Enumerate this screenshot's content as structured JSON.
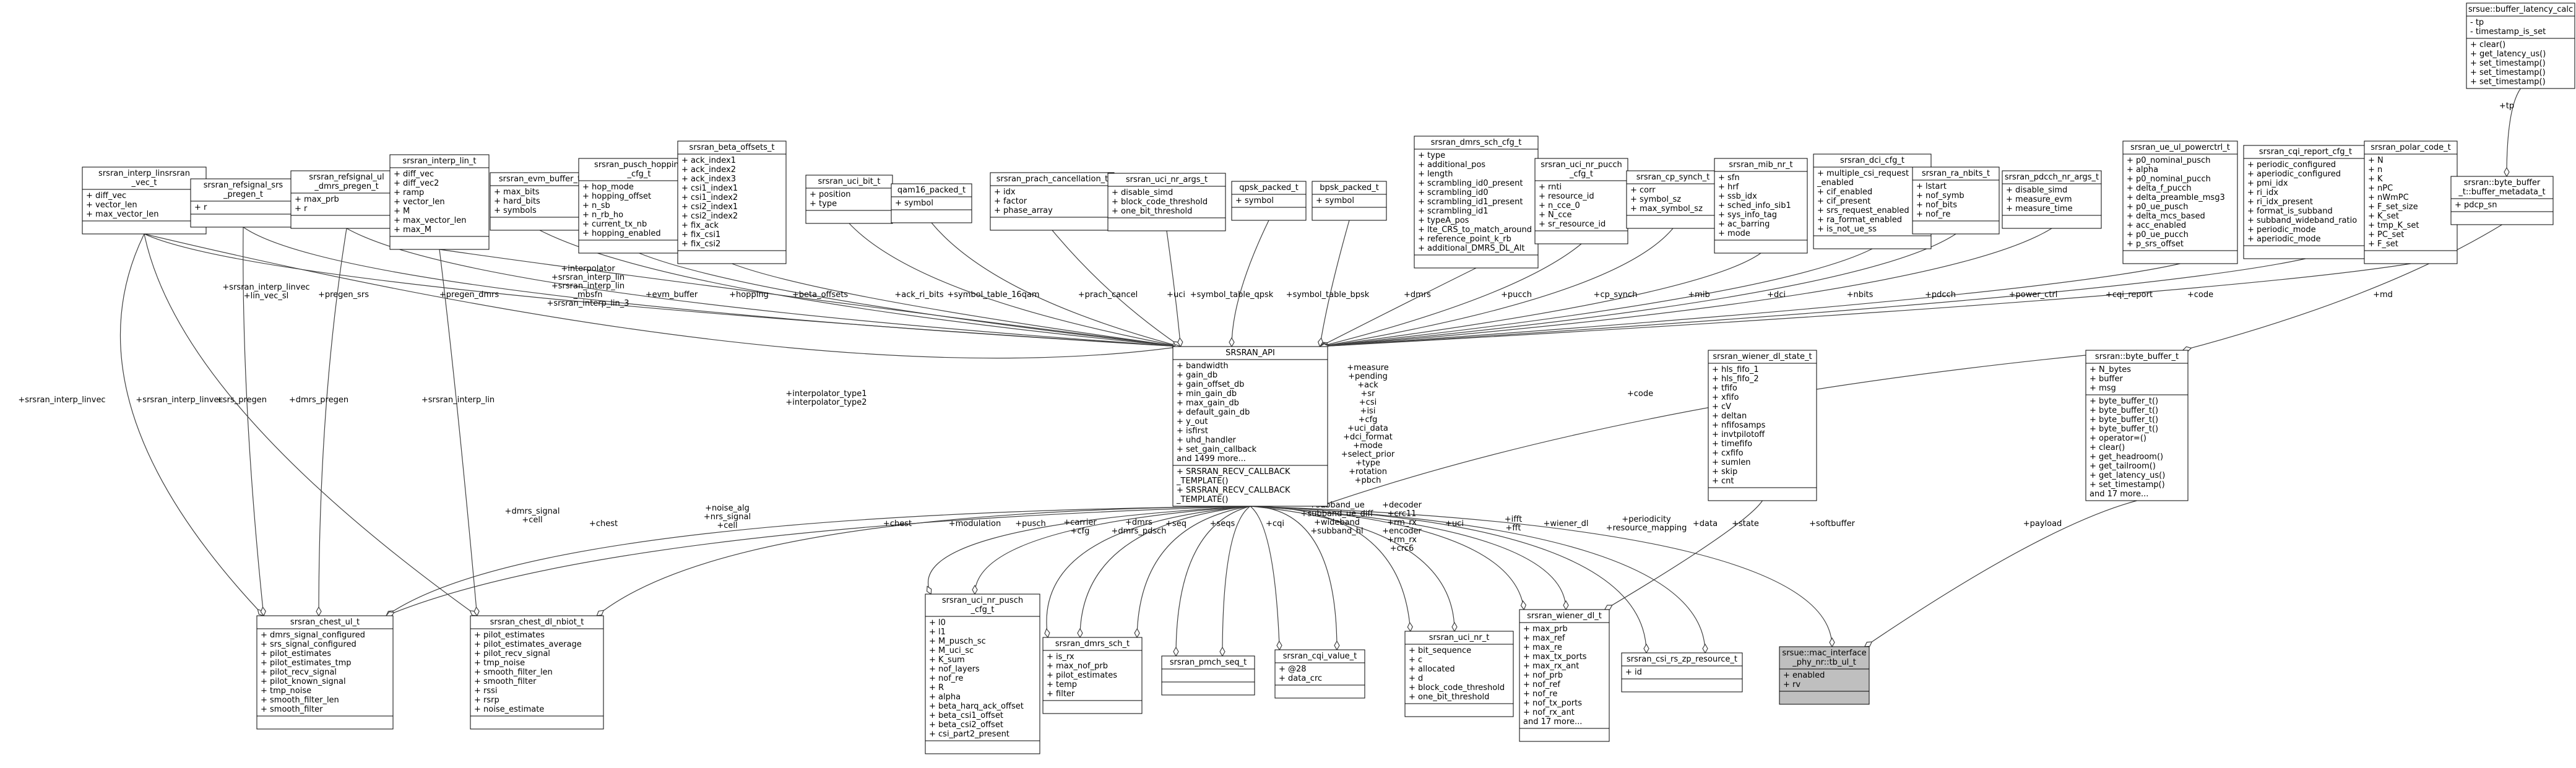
{
  "nodes": [
    {
      "id": "interp_lin_vec",
      "title": [
        "srsran_interp_linsrsran",
        "_vec_t"
      ],
      "fields": [
        "+ diff_vec",
        "+ vector_len",
        "+ max_vector_len"
      ],
      "methods": []
    },
    {
      "id": "refsignal_srs",
      "title": [
        "srsran_refsignal_srs",
        "_pregen_t"
      ],
      "fields": [
        "+ r"
      ],
      "methods": []
    },
    {
      "id": "refsignal_dmrs",
      "title": [
        "srsran_refsignal_ul",
        "_dmrs_pregen_t"
      ],
      "fields": [
        "+ max_prb",
        "+ r"
      ],
      "methods": []
    },
    {
      "id": "interp_lin",
      "title": [
        "srsran_interp_lin_t"
      ],
      "fields": [
        "+ diff_vec",
        "+ diff_vec2",
        "+ ramp",
        "+ vector_len",
        "+ M",
        "+ max_vector_len",
        "+ max_M"
      ],
      "methods": []
    },
    {
      "id": "evm_buffer",
      "title": [
        "srsran_evm_buffer_t"
      ],
      "fields": [
        "+ max_bits",
        "+ hard_bits",
        "+ symbols"
      ],
      "methods": []
    },
    {
      "id": "pusch_hopping",
      "title": [
        "srsran_pusch_hopping",
        "_cfg_t"
      ],
      "fields": [
        "+ hop_mode",
        "+ hopping_offset",
        "+ n_sb",
        "+ n_rb_ho",
        "+ current_tx_nb",
        "+ hopping_enabled"
      ],
      "methods": []
    },
    {
      "id": "beta_offsets",
      "title": [
        "srsran_beta_offsets_t"
      ],
      "fields": [
        "+ ack_index1",
        "+ ack_index2",
        "+ ack_index3",
        "+ csi1_index1",
        "+ csi1_index2",
        "+ csi2_index1",
        "+ csi2_index2",
        "+ fix_ack",
        "+ fix_csi1",
        "+ fix_csi2"
      ],
      "methods": []
    },
    {
      "id": "uci_bit",
      "title": [
        "srsran_uci_bit_t"
      ],
      "fields": [
        "+ position",
        "+ type"
      ],
      "methods": []
    },
    {
      "id": "qam16",
      "title": [
        "qam16_packed_t"
      ],
      "fields": [
        "+ symbol"
      ],
      "methods": []
    },
    {
      "id": "prach_cancel",
      "title": [
        "srsran_prach_cancellation_t"
      ],
      "fields": [
        "+ idx",
        "+ factor",
        "+ phase_array"
      ],
      "methods": []
    },
    {
      "id": "uci_nr_args",
      "title": [
        "srsran_uci_nr_args_t"
      ],
      "fields": [
        "+ disable_simd",
        "+ block_code_threshold",
        "+ one_bit_threshold"
      ],
      "methods": []
    },
    {
      "id": "qpsk",
      "title": [
        "qpsk_packed_t"
      ],
      "fields": [
        "+ symbol"
      ],
      "methods": []
    },
    {
      "id": "bpsk",
      "title": [
        "bpsk_packed_t"
      ],
      "fields": [
        "+ symbol"
      ],
      "methods": []
    },
    {
      "id": "dmrs_sch_cfg",
      "title": [
        "srsran_dmrs_sch_cfg_t"
      ],
      "fields": [
        "+ type",
        "+ additional_pos",
        "+ length",
        "+ scrambling_id0_present",
        "+ scrambling_id0",
        "+ scrambling_id1_present",
        "+ scrambling_id1",
        "+ typeA_pos",
        "+ lte_CRS_to_match_around",
        "+ reference_point_k_rb",
        "+ additional_DMRS_DL_Alt"
      ],
      "methods": []
    },
    {
      "id": "uci_nr_pucch",
      "title": [
        "srsran_uci_nr_pucch",
        "_cfg_t"
      ],
      "fields": [
        "+ rnti",
        "+ resource_id",
        "+ n_cce_0",
        "+ N_cce",
        "+ sr_resource_id"
      ],
      "methods": []
    },
    {
      "id": "cp_synch",
      "title": [
        "srsran_cp_synch_t"
      ],
      "fields": [
        "+ corr",
        "+ symbol_sz",
        "+ max_symbol_sz"
      ],
      "methods": []
    },
    {
      "id": "mib_nr",
      "title": [
        "srsran_mib_nr_t"
      ],
      "fields": [
        "+ sfn",
        "+ hrf",
        "+ ssb_idx",
        "+ sched_info_sib1",
        "+ sys_info_tag",
        "+ ac_barring",
        "+ mode"
      ],
      "methods": []
    },
    {
      "id": "dci_cfg",
      "title": [
        "srsran_dci_cfg_t"
      ],
      "fields": [
        "+ multiple_csi_request",
        "_enabled",
        "+ cif_enabled",
        "+ cif_present",
        "+ srs_request_enabled",
        "+ ra_format_enabled",
        "+ is_not_ue_ss"
      ],
      "methods": []
    },
    {
      "id": "ra_nbits",
      "title": [
        "srsran_ra_nbits_t"
      ],
      "fields": [
        "+ lstart",
        "+ nof_symb",
        "+ nof_bits",
        "+ nof_re"
      ],
      "methods": []
    },
    {
      "id": "pdcch_nr_args",
      "title": [
        "srsran_pdcch_nr_args_t"
      ],
      "fields": [
        "+ disable_simd",
        "+ measure_evm",
        "+ measure_time"
      ],
      "methods": []
    },
    {
      "id": "ue_ul_powerctrl",
      "title": [
        "srsran_ue_ul_powerctrl_t"
      ],
      "fields": [
        "+ p0_nominal_pusch",
        "+ alpha",
        "+ p0_nominal_pucch",
        "+ delta_f_pucch",
        "+ delta_preamble_msg3",
        "+ p0_ue_pusch",
        "+ delta_mcs_based",
        "+ acc_enabled",
        "+ p0_ue_pucch",
        "+ p_srs_offset"
      ],
      "methods": []
    },
    {
      "id": "cqi_report_cfg",
      "title": [
        "srsran_cqi_report_cfg_t"
      ],
      "fields": [
        "+ periodic_configured",
        "+ aperiodic_configured",
        "+ pmi_idx",
        "+ ri_idx",
        "+ ri_idx_present",
        "+ format_is_subband",
        "+ subband_wideband_ratio",
        "+ periodic_mode",
        "+ aperiodic_mode"
      ],
      "methods": []
    },
    {
      "id": "polar_code",
      "title": [
        "srsran_polar_code_t"
      ],
      "fields": [
        "+ N",
        "+ n",
        "+ K",
        "+ nPC",
        "+ nWmPC",
        "+ F_set_size",
        "+ K_set",
        "+ tmp_K_set",
        "+ PC_set",
        "+ F_set"
      ],
      "methods": []
    },
    {
      "id": "buffer_latency_calc",
      "title": [
        "srsue::buffer_latency_calc"
      ],
      "fields": [
        "- tp",
        "- timestamp_is_set"
      ],
      "methods": [
        "+ clear()",
        "+ get_latency_us()",
        "+ set_timestamp()",
        "+ set_timestamp()",
        "+ set_timestamp()"
      ]
    },
    {
      "id": "byte_buffer_metadata",
      "title": [
        "srsran::byte_buffer",
        "_t::buffer_metadata_t"
      ],
      "fields": [
        "+ pdcp_sn"
      ],
      "methods": []
    },
    {
      "id": "srsran_api",
      "title": [
        "SRSRAN_API"
      ],
      "fields": [
        "+ bandwidth",
        "+ gain_db",
        "+ gain_offset_db",
        "+ min_gain_db",
        "+ max_gain_db",
        "+ default_gain_db",
        "+ y_out",
        "+ isfirst",
        "+ uhd_handler",
        "+ set_gain_callback",
        "and 1499 more..."
      ],
      "methods": [
        "+ SRSRAN_RECV_CALLBACK",
        "_TEMPLATE()",
        "+ SRSRAN_RECV_CALLBACK",
        "_TEMPLATE()"
      ]
    },
    {
      "id": "wiener_dl_state",
      "title": [
        "srsran_wiener_dl_state_t"
      ],
      "fields": [
        "+ hls_fifo_1",
        "+ hls_fifo_2",
        "+ tfifo",
        "+ xfifo",
        "+ cV",
        "+ deltan",
        "+ nfifosamps",
        "+ invtpilotoff",
        "+ timefifo",
        "+ cxfifo",
        "+ sumlen",
        "+ skip",
        "+ cnt"
      ],
      "methods": []
    },
    {
      "id": "byte_buffer",
      "title": [
        "srsran::byte_buffer_t"
      ],
      "fields": [
        "+ N_bytes",
        "+ buffer",
        "+ msg"
      ],
      "methods": [
        "+ byte_buffer_t()",
        "+ byte_buffer_t()",
        "+ byte_buffer_t()",
        "+ byte_buffer_t()",
        "+ operator=()",
        "+ clear()",
        "+ get_headroom()",
        "+ get_tailroom()",
        "+ get_latency_us()",
        "+ set_timestamp()",
        "and 17 more..."
      ]
    },
    {
      "id": "chest_ul",
      "title": [
        "srsran_chest_ul_t"
      ],
      "fields": [
        "+ dmrs_signal_configured",
        "+ srs_signal_configured",
        "+ pilot_estimates",
        "+ pilot_estimates_tmp",
        "+ pilot_recv_signal",
        "+ pilot_known_signal",
        "+ tmp_noise",
        "+ smooth_filter_len",
        "+ smooth_filter"
      ],
      "methods": []
    },
    {
      "id": "chest_dl_nbiot",
      "title": [
        "srsran_chest_dl_nbiot_t"
      ],
      "fields": [
        "+ pilot_estimates",
        "+ pilot_estimates_average",
        "+ pilot_recv_signal",
        "+ tmp_noise",
        "+ smooth_filter_len",
        "+ smooth_filter",
        "+ rssi",
        "+ rsrp",
        "+ noise_estimate"
      ],
      "methods": []
    },
    {
      "id": "uci_nr_pusch",
      "title": [
        "srsran_uci_nr_pusch",
        "_cfg_t"
      ],
      "fields": [
        "+ l0",
        "+ l1",
        "+ M_pusch_sc",
        "+ M_uci_sc",
        "+ K_sum",
        "+ nof_layers",
        "+ nof_re",
        "+ R",
        "+ alpha",
        "+ beta_harq_ack_offset",
        "+ beta_csi1_offset",
        "+ beta_csi2_offset",
        "+ csi_part2_present"
      ],
      "methods": []
    },
    {
      "id": "dmrs_sch",
      "title": [
        "srsran_dmrs_sch_t"
      ],
      "fields": [
        "+ is_rx",
        "+ max_nof_prb",
        "+ pilot_estimates",
        "+ temp",
        "+ filter"
      ],
      "methods": []
    },
    {
      "id": "pmch_seq",
      "title": [
        "srsran_pmch_seq_t"
      ],
      "fields": [],
      "methods": []
    },
    {
      "id": "cqi_value",
      "title": [
        "srsran_cqi_value_t"
      ],
      "fields": [
        "+ @28",
        "+ data_crc"
      ],
      "methods": []
    },
    {
      "id": "uci_nr",
      "title": [
        "srsran_uci_nr_t"
      ],
      "fields": [
        "+ bit_sequence",
        "+ c",
        "+ allocated",
        "+ d",
        "+ block_code_threshold",
        "+ one_bit_threshold"
      ],
      "methods": []
    },
    {
      "id": "wiener_dl",
      "title": [
        "srsran_wiener_dl_t"
      ],
      "fields": [
        "+ max_prb",
        "+ max_ref",
        "+ max_re",
        "+ max_tx_ports",
        "+ max_rx_ant",
        "+ nof_prb",
        "+ nof_ref",
        "+ nof_re",
        "+ nof_tx_ports",
        "+ nof_rx_ant",
        "and 17 more..."
      ],
      "methods": []
    },
    {
      "id": "csi_rs_zp",
      "title": [
        "srsran_csi_rs_zp_resource_t"
      ],
      "fields": [
        "+ id"
      ],
      "methods": []
    },
    {
      "id": "mac_interface",
      "title": [
        "srsue::mac_interface",
        "_phy_nr::tb_ul_t"
      ],
      "fields": [
        "+ enabled",
        "+ rv"
      ],
      "methods": [],
      "highlight": true
    }
  ],
  "edge_labels": [
    {
      "id": "e_interp_lin_vec",
      "lines": [
        "+srsran_interp_linvec",
        "+lin_vec_sl"
      ]
    },
    {
      "id": "e_pregen_srs",
      "lines": [
        "+pregen_srs"
      ]
    },
    {
      "id": "e_pregen_dmrs",
      "lines": [
        "+pregen_dmrs"
      ]
    },
    {
      "id": "e_interp_lin",
      "lines": [
        "+interpolator",
        "+srsran_interp_lin",
        "+srsran_interp_lin",
        "_mbsfn",
        "+srsran_interp_lin_3"
      ]
    },
    {
      "id": "e_evm_buffer",
      "lines": [
        "+evm_buffer"
      ]
    },
    {
      "id": "e_hopping",
      "lines": [
        "+hopping"
      ]
    },
    {
      "id": "e_beta_offsets",
      "lines": [
        "+beta_offsets"
      ]
    },
    {
      "id": "e_ack_ri_bits",
      "lines": [
        "+ack_ri_bits"
      ]
    },
    {
      "id": "e_table_16qam",
      "lines": [
        "+symbol_table_16qam"
      ]
    },
    {
      "id": "e_prach_cancel",
      "lines": [
        "+prach_cancel"
      ]
    },
    {
      "id": "e_uci",
      "lines": [
        "+uci"
      ]
    },
    {
      "id": "e_table_qpsk",
      "lines": [
        "+symbol_table_qpsk"
      ]
    },
    {
      "id": "e_table_bpsk",
      "lines": [
        "+symbol_table_bpsk"
      ]
    },
    {
      "id": "e_dmrs",
      "lines": [
        "+dmrs"
      ]
    },
    {
      "id": "e_pucch",
      "lines": [
        "+pucch"
      ]
    },
    {
      "id": "e_cp_synch",
      "lines": [
        "+cp_synch"
      ]
    },
    {
      "id": "e_mib",
      "lines": [
        "+mib"
      ]
    },
    {
      "id": "e_dci",
      "lines": [
        "+dci"
      ]
    },
    {
      "id": "e_nbits",
      "lines": [
        "+nbits"
      ]
    },
    {
      "id": "e_pdcch",
      "lines": [
        "+pdcch"
      ]
    },
    {
      "id": "e_power_ctrl",
      "lines": [
        "+power_ctrl"
      ]
    },
    {
      "id": "e_cqi_report",
      "lines": [
        "+cqi_report"
      ]
    },
    {
      "id": "e_code",
      "lines": [
        "+code"
      ]
    },
    {
      "id": "e_md",
      "lines": [
        "+md"
      ]
    },
    {
      "id": "e_tp",
      "lines": [
        "+tp"
      ]
    },
    {
      "id": "e_linvec_left",
      "lines": [
        "+srsran_interp_linvec"
      ]
    },
    {
      "id": "e_linvec_2",
      "lines": [
        "+srsran_interp_linvec"
      ]
    },
    {
      "id": "e_srs_pregen",
      "lines": [
        "+srs_pregen"
      ]
    },
    {
      "id": "e_dmrs_pregen",
      "lines": [
        "+dmrs_pregen"
      ]
    },
    {
      "id": "e_interp_lin2",
      "lines": [
        "+srsran_interp_lin"
      ]
    },
    {
      "id": "e_interp_type",
      "lines": [
        "+interpolator_type1",
        "+interpolator_type2"
      ]
    },
    {
      "id": "e_measure",
      "lines": [
        "+measure",
        "+pending",
        "+ack",
        "+sr",
        "+csi",
        "+isi",
        "+cfg",
        "+uci_data",
        "+dci_format",
        "+mode",
        "+select_prior",
        "+type",
        "+rotation",
        "+pbch"
      ]
    },
    {
      "id": "e_code2",
      "lines": [
        "+code"
      ]
    },
    {
      "id": "e_dmrs_signal",
      "lines": [
        "+dmrs_signal",
        "+cell"
      ]
    },
    {
      "id": "e_chest",
      "lines": [
        "+chest"
      ]
    },
    {
      "id": "e_noise_alg",
      "lines": [
        "+noise_alg",
        "+nrs_signal",
        "+cell"
      ]
    },
    {
      "id": "e_chest2",
      "lines": [
        "+chest"
      ]
    },
    {
      "id": "e_modulation",
      "lines": [
        "+modulation"
      ]
    },
    {
      "id": "e_pusch",
      "lines": [
        "+pusch"
      ]
    },
    {
      "id": "e_carrier",
      "lines": [
        "+carrier",
        "+cfg"
      ]
    },
    {
      "id": "e_dmrs_pdsch",
      "lines": [
        "+dmrs",
        "+dmrs_pdsch"
      ]
    },
    {
      "id": "e_seq",
      "lines": [
        "+seq"
      ]
    },
    {
      "id": "e_seqs",
      "lines": [
        "+seqs"
      ]
    },
    {
      "id": "e_cqi",
      "lines": [
        "+cqi"
      ]
    },
    {
      "id": "e_subband",
      "lines": [
        "+subband_ue",
        "+subband_ue_diff",
        "+wideband",
        "+subband_hl"
      ]
    },
    {
      "id": "e_decoder",
      "lines": [
        "+decoder",
        "+crc11",
        "+rm_rx",
        "+encoder",
        "+rm_rx",
        "+crc6"
      ]
    },
    {
      "id": "e_uci2",
      "lines": [
        "+uci"
      ]
    },
    {
      "id": "e_fft",
      "lines": [
        "+ifft",
        "+fft"
      ]
    },
    {
      "id": "e_wiener_dl",
      "lines": [
        "+wiener_dl"
      ]
    },
    {
      "id": "e_state",
      "lines": [
        "+state"
      ]
    },
    {
      "id": "e_periodicity",
      "lines": [
        "+periodicity",
        "+resource_mapping"
      ]
    },
    {
      "id": "e_data",
      "lines": [
        "+data"
      ]
    },
    {
      "id": "e_softbuffer",
      "lines": [
        "+softbuffer"
      ]
    },
    {
      "id": "e_payload",
      "lines": [
        "+payload"
      ]
    }
  ]
}
